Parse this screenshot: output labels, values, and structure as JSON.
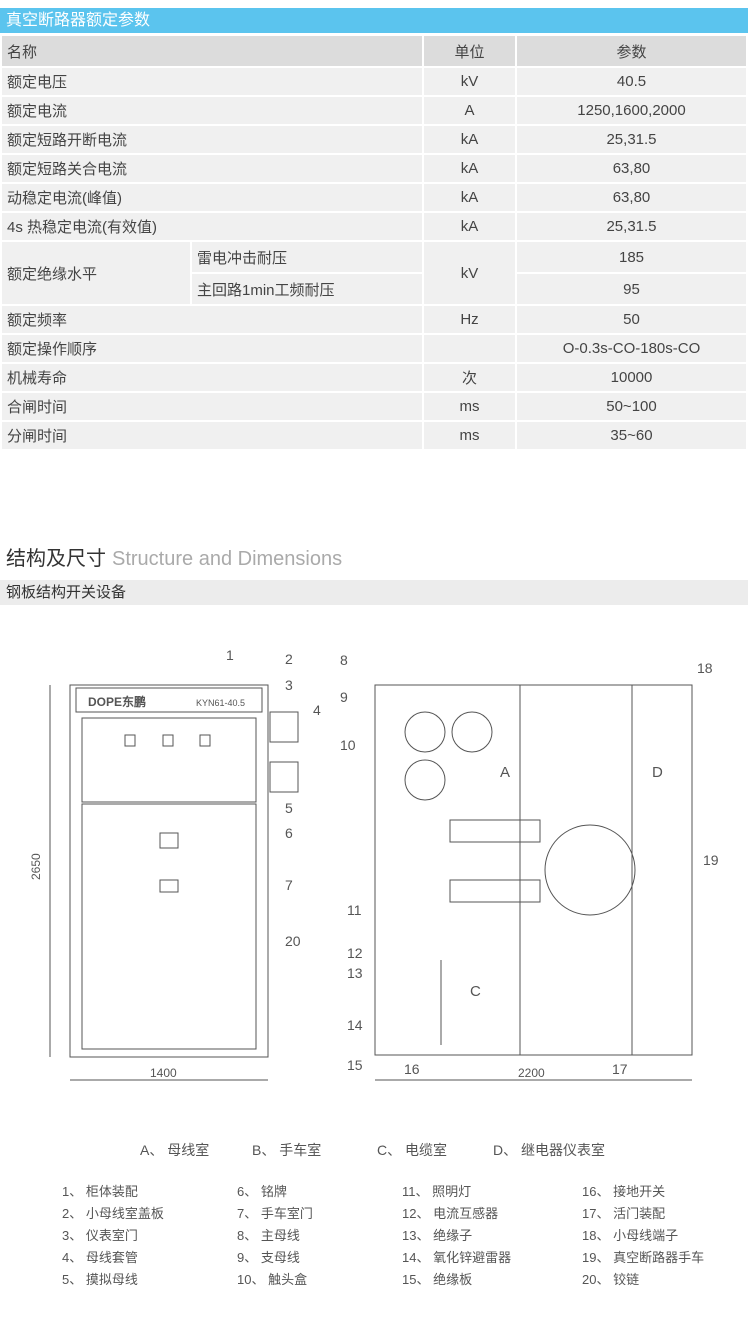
{
  "table": {
    "title": "真空断路器额定参数",
    "headers": [
      "名称",
      "单位",
      "参数"
    ],
    "rows": [
      {
        "name": "额定电压",
        "unit": "kV",
        "value": "40.5"
      },
      {
        "name": "额定电流",
        "unit": "A",
        "value": "1250,1600,2000"
      },
      {
        "name": "额定短路开断电流",
        "unit": "kA",
        "value": "25,31.5"
      },
      {
        "name": "额定短路关合电流",
        "unit": "kA",
        "value": "63,80"
      },
      {
        "name": "动稳定电流(峰值)",
        "unit": "kA",
        "value": "63,80"
      },
      {
        "name": "4s 热稳定电流(有效值)",
        "unit": "kA",
        "value": "25,31.5"
      }
    ],
    "insulation": {
      "name": "额定绝缘水平",
      "unit": "kV",
      "sub": [
        {
          "name": "雷电冲击耐压",
          "value": "185"
        },
        {
          "name": "主回路1min工频耐压",
          "value": "95"
        }
      ]
    },
    "rows2": [
      {
        "name": "额定频率",
        "unit": "Hz",
        "value": "50"
      },
      {
        "name": "额定操作顺序",
        "unit": "",
        "value": "O-0.3s-CO-180s-CO"
      },
      {
        "name": "机械寿命",
        "unit": "次",
        "value": "10000"
      },
      {
        "name": "合闸时间",
        "unit": "ms",
        "value": "50~100"
      },
      {
        "name": "分闸时间",
        "unit": "ms",
        "value": "35~60"
      }
    ]
  },
  "section": {
    "title_cn": "结构及尺寸",
    "title_en": "Structure and Dimensions",
    "subtitle": "钢板结构开关设备"
  },
  "drawing": {
    "brand": "DOPE东鹏",
    "model": "KYN61-40.5",
    "height_dim": "2650",
    "width_dim": "1400",
    "depth_dim": "2200",
    "zones": [
      "A",
      "C",
      "D"
    ],
    "callouts": [
      "1",
      "2",
      "3",
      "4",
      "5",
      "6",
      "7",
      "20",
      "8",
      "9",
      "10",
      "11",
      "12",
      "13",
      "14",
      "15",
      "16",
      "17",
      "18",
      "19"
    ]
  },
  "rooms": [
    "A、 母线室",
    "B、 手车室",
    "C、 电缆室",
    "D、 继电器仪表室"
  ],
  "parts": [
    [
      "1、 柜体装配",
      "2、 小母线室盖板",
      "3、 仪表室门",
      "4、 母线套管",
      "5、 摸拟母线"
    ],
    [
      "6、 铭牌",
      "7、 手车室门",
      "8、 主母线",
      "9、 支母线",
      "10、 触头盒"
    ],
    [
      "11、 照明灯",
      "12、 电流互感器",
      "13、 绝缘子",
      "14、 氧化锌避雷器",
      "15、 绝缘板"
    ],
    [
      "16、 接地开关",
      "17、 活门装配",
      "18、 小母线端子",
      "19、 真空断路器手车",
      "20、 铰链"
    ]
  ]
}
